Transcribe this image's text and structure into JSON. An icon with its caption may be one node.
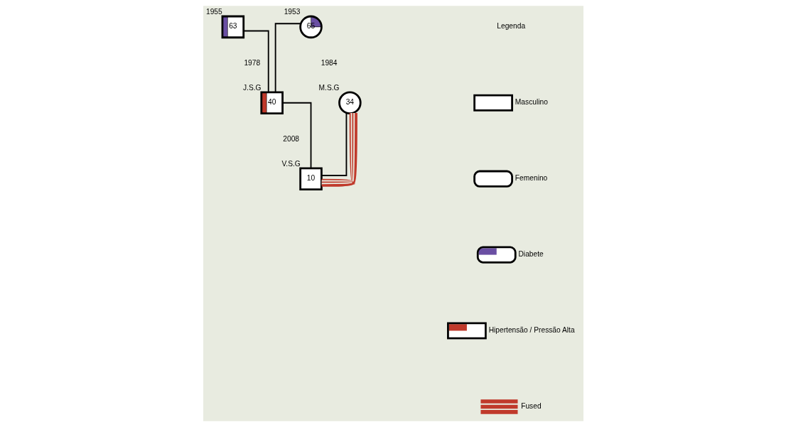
{
  "diagram": {
    "nodes": [
      {
        "text": [
          "63"
        ],
        "beside": [
          "1955"
        ]
      },
      {
        "text": [
          "65"
        ],
        "beside": [
          "1953"
        ]
      },
      {
        "text": [
          "40"
        ],
        "beside": [
          "1978",
          "J.S.G"
        ]
      },
      {
        "text": [
          "34"
        ],
        "beside": [
          "1984",
          "M.S.G"
        ]
      },
      {
        "text": [
          "10"
        ],
        "beside": [
          "2008",
          "V.S.G"
        ]
      }
    ],
    "edges": [
      {
        "from": 0,
        "to": 2,
        "arrow": "none"
      },
      {
        "from": 1,
        "to": 2,
        "arrow": "none"
      },
      {
        "from": 2,
        "to": 4,
        "arrow": "none"
      },
      {
        "from": 3,
        "to": 4,
        "arrow": "none"
      },
      {
        "from": 3,
        "to": 4,
        "arrow": "none",
        "style": "thick",
        "color": "#c0392b"
      }
    ],
    "labels": [
      "Legenda"
    ],
    "legend": [
      {
        "text": "Masculino"
      },
      {
        "text": "Femenino"
      },
      {
        "text": "Diabete"
      },
      {
        "text": "Hipertensão / Pressão Alta"
      },
      {
        "text": "Fused"
      }
    ]
  }
}
